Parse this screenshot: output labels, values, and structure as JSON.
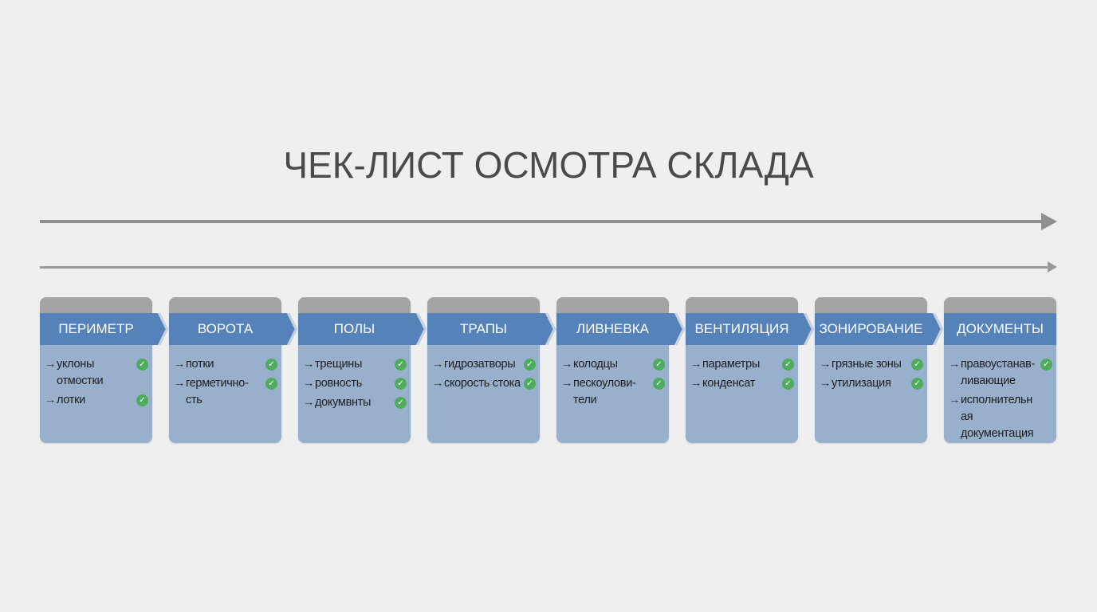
{
  "title": "ЧЕК-ЛИСТ ОСМОТРА СКЛАДА",
  "colors": {
    "header": "#5582b8",
    "body": "#98b0cc",
    "check": "#4cae5a"
  },
  "cards": [
    {
      "label": "ПЕРИМЕТР",
      "items": [
        {
          "text": "уклоны отмостки",
          "checked": true
        },
        {
          "text": "лотки",
          "checked": true
        }
      ]
    },
    {
      "label": "ВОРОТА",
      "items": [
        {
          "text": "потки",
          "checked": true
        },
        {
          "text": "герметично-сть",
          "checked": true
        }
      ]
    },
    {
      "label": "ПОЛЫ",
      "items": [
        {
          "text": "трещины",
          "checked": true
        },
        {
          "text": "ровность",
          "checked": true
        },
        {
          "text": "докумвнты",
          "checked": true
        }
      ]
    },
    {
      "label": "ТРАПЫ",
      "items": [
        {
          "text": "гидрозатворы",
          "checked": true
        },
        {
          "text": "скорость стока",
          "checked": true
        }
      ]
    },
    {
      "label": "ЛИВНЕВКА",
      "items": [
        {
          "text": "колодцы",
          "checked": true
        },
        {
          "text": "пескоулови-тели",
          "checked": true
        }
      ]
    },
    {
      "label": "ВЕНТИЛЯЦИЯ",
      "items": [
        {
          "text": "параметры",
          "checked": true
        },
        {
          "text": "конденсат",
          "checked": true
        }
      ]
    },
    {
      "label": "ЗОНИРОВАНИЕ",
      "items": [
        {
          "text": "грязные зоны",
          "checked": true
        },
        {
          "text": "утилизация",
          "checked": true
        }
      ]
    },
    {
      "label": "ДОКУМЕНТЫ",
      "items": [
        {
          "text": "правоустанав-ливающие",
          "checked": true
        },
        {
          "text": "исполнительная документация",
          "checked": false
        }
      ]
    }
  ]
}
